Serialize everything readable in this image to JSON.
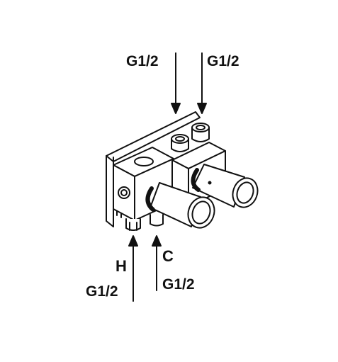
{
  "labels": {
    "top_left_inlet": "G1/2",
    "top_right_inlet": "G1/2",
    "hot_letter": "H",
    "cold_letter": "C",
    "hot_inlet": "G1/2",
    "cold_inlet": "G1/2"
  },
  "colors": {
    "ink": "#111111",
    "paper": "#ffffff"
  }
}
